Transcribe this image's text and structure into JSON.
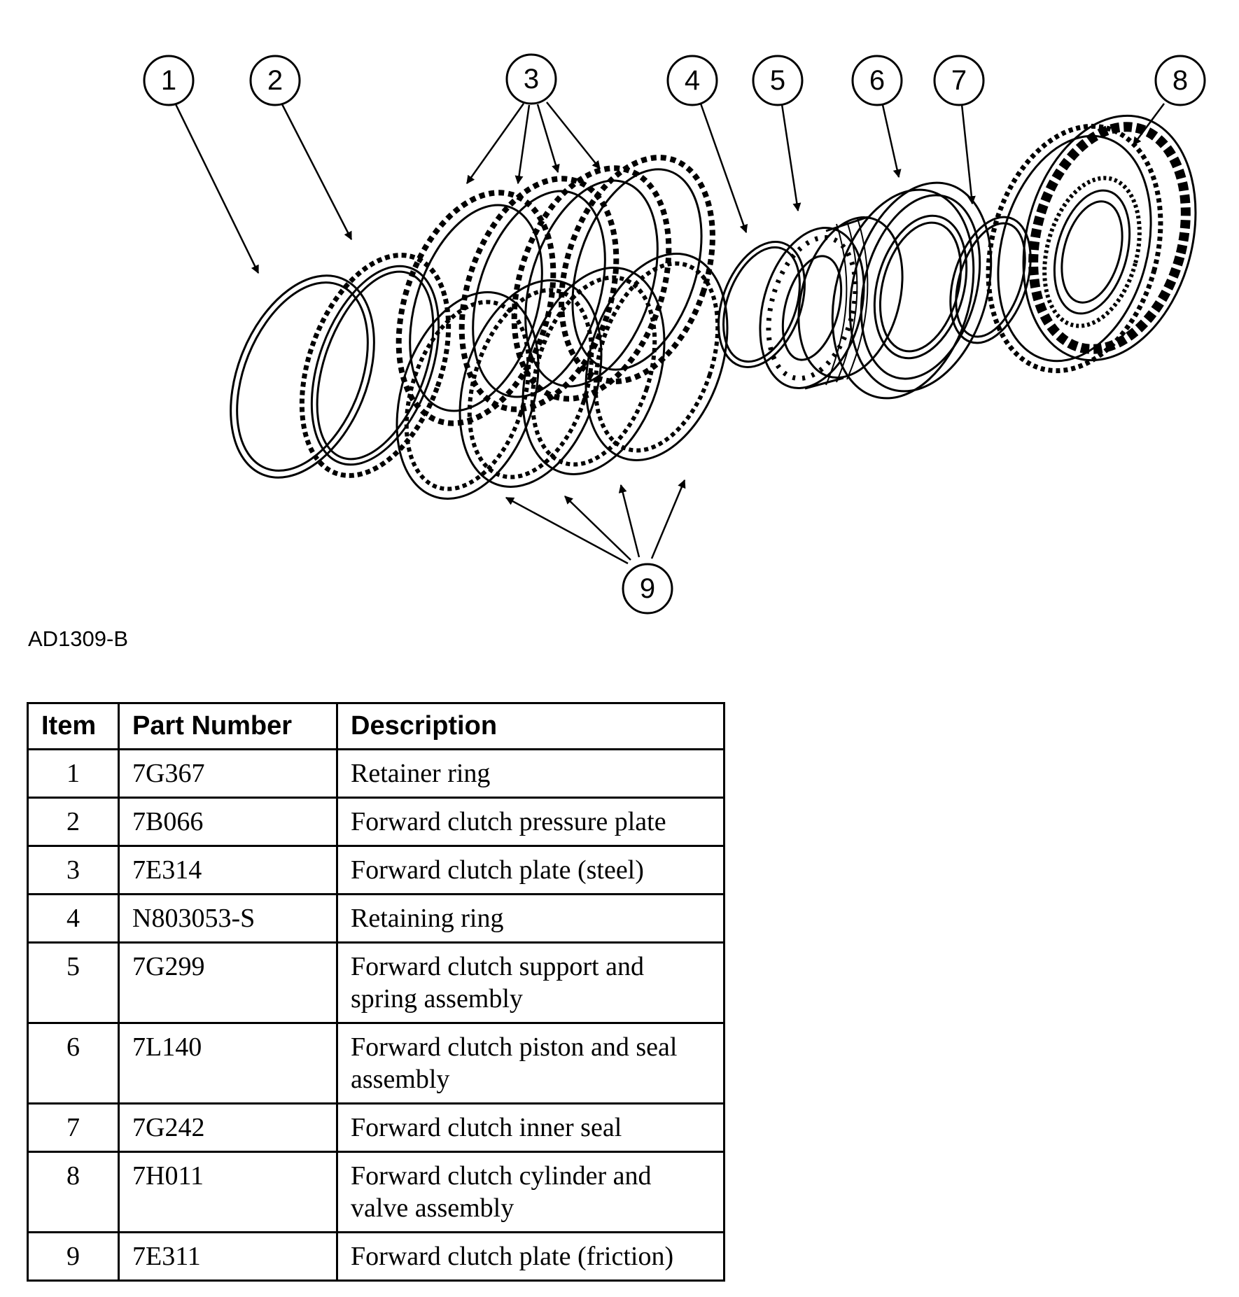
{
  "figure_id": "AD1309-B",
  "callouts": [
    {
      "label": "1"
    },
    {
      "label": "2"
    },
    {
      "label": "3"
    },
    {
      "label": "4"
    },
    {
      "label": "5"
    },
    {
      "label": "6"
    },
    {
      "label": "7"
    },
    {
      "label": "8"
    },
    {
      "label": "9"
    }
  ],
  "table": {
    "headers": {
      "item": "Item",
      "part_number": "Part Number",
      "description": "Description"
    },
    "rows": [
      {
        "item": "1",
        "part_number": "7G367",
        "description": "Retainer ring"
      },
      {
        "item": "2",
        "part_number": "7B066",
        "description": "Forward clutch pressure plate"
      },
      {
        "item": "3",
        "part_number": "7E314",
        "description": "Forward clutch plate (steel)"
      },
      {
        "item": "4",
        "part_number": "N803053-S",
        "description": "Retaining ring"
      },
      {
        "item": "5",
        "part_number": "7G299",
        "description": "Forward clutch support and spring assembly"
      },
      {
        "item": "6",
        "part_number": "7L140",
        "description": "Forward clutch piston and seal assembly"
      },
      {
        "item": "7",
        "part_number": "7G242",
        "description": "Forward clutch inner seal"
      },
      {
        "item": "8",
        "part_number": "7H011",
        "description": "Forward clutch cylinder and valve assembly"
      },
      {
        "item": "9",
        "part_number": "7E311",
        "description": "Forward clutch plate (friction)"
      }
    ]
  }
}
